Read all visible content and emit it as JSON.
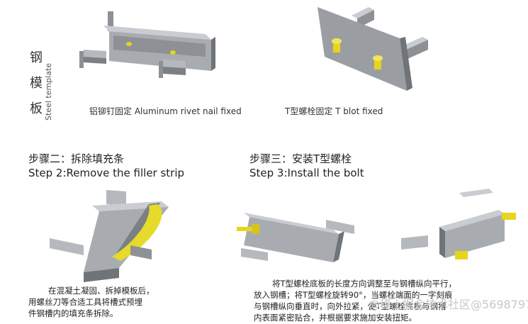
{
  "template": {
    "vertical_cn": [
      "钢",
      "模",
      "板"
    ],
    "vertical_en": "Steel template"
  },
  "captions": {
    "rivet": "铝铆钉固定 Aluminum rivet nail fixed",
    "tbolt": "T型螺栓固定 T blot fixed"
  },
  "step2": {
    "title_cn": "步骤二：拆除填充条",
    "title_en": "Step 2:Remove the filler strip",
    "desc": [
      "在混凝土凝固、拆掉模板后，",
      "用螺丝刀等合适工具将槽式预埋",
      "件钢槽内的填充条拆除。"
    ]
  },
  "step3": {
    "title_cn": "步骤三：安装T型螺栓",
    "title_en": "Step 3:Install the bolt",
    "desc": [
      "将T型螺栓底板的长度方向调整至与钢槽纵向平行，",
      "放入钢槽；将T型螺栓旋转90°，当螺栓端面的一字刻痕",
      "与钢槽纵向垂直时，向外拉紧，使T型螺栓底板与钢槽",
      "内表面紧密贴合，并根据要求施加安装扭矩。"
    ]
  },
  "watermark": "@稀土掘金技术社区@5698797",
  "colors": {
    "steel_light": "#c9ccd0",
    "steel_mid": "#a8acb1",
    "steel_dark": "#6f7479",
    "plate": "#9a9ea3",
    "filler": "#e6da2a",
    "bolt": "#e8d41c"
  }
}
